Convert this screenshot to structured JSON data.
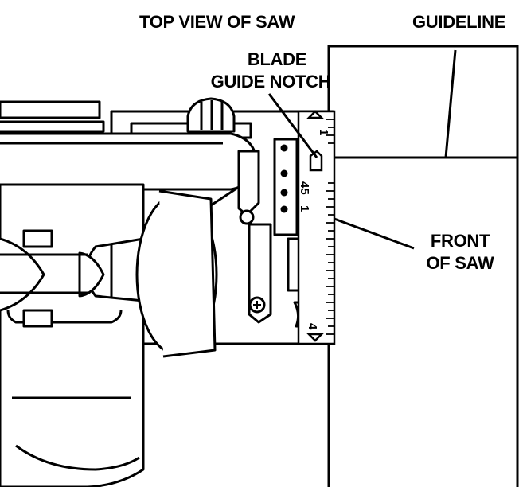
{
  "labels": {
    "top_view": "TOP VIEW OF SAW",
    "guideline": "GUIDELINE",
    "blade_guide_notch_line1": "BLADE",
    "blade_guide_notch_line2": "GUIDE NOTCH",
    "front_of_saw_line1": "FRONT",
    "front_of_saw_line2": "OF SAW"
  },
  "scale_marks": {
    "top_arrow": "1",
    "angle_45": "45",
    "angle_1": "1",
    "bottom_arrow": "4"
  },
  "colors": {
    "ink": "#000000",
    "paper": "#ffffff"
  }
}
